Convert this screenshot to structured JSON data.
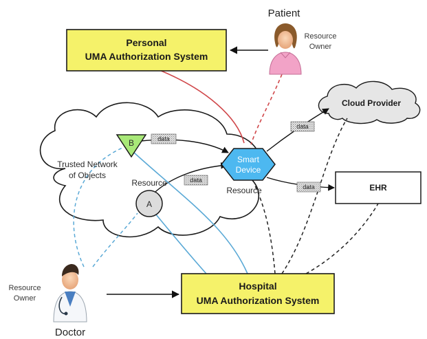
{
  "actors": {
    "patient": {
      "name": "Patient",
      "role_line1": "Resource",
      "role_line2": "Owner"
    },
    "doctor": {
      "name": "Doctor",
      "role_line1": "Resource",
      "role_line2": "Owner"
    }
  },
  "boxes": {
    "personal_as": {
      "line1": "Personal",
      "line2": "UMA Authorization System"
    },
    "hospital_as": {
      "line1": "Hospital",
      "line2": "UMA Authorization System"
    },
    "ehr": {
      "label": "EHR"
    }
  },
  "cloud_provider": {
    "label": "Cloud Provider"
  },
  "trusted_network": {
    "line1": "Trusted Network",
    "line2": "of Objects"
  },
  "nodes": {
    "b": {
      "label": "B"
    },
    "a": {
      "label": "A"
    },
    "smart_device": {
      "line1": "Smart",
      "line2": "Device"
    }
  },
  "resource_labels": {
    "a": "Resource",
    "smart_device": "Resource"
  },
  "data_tag": "data",
  "colors": {
    "box_fill": "#f5f26a",
    "hexagon_fill": "#4db8f0",
    "triangle_fill": "#a8e878",
    "node_a_fill": "#dcdcdc",
    "cloud_fill": "#e6e6e6",
    "red_link": "#d0474a",
    "blue_link": "#5aa9d6",
    "black_link": "#222222"
  }
}
